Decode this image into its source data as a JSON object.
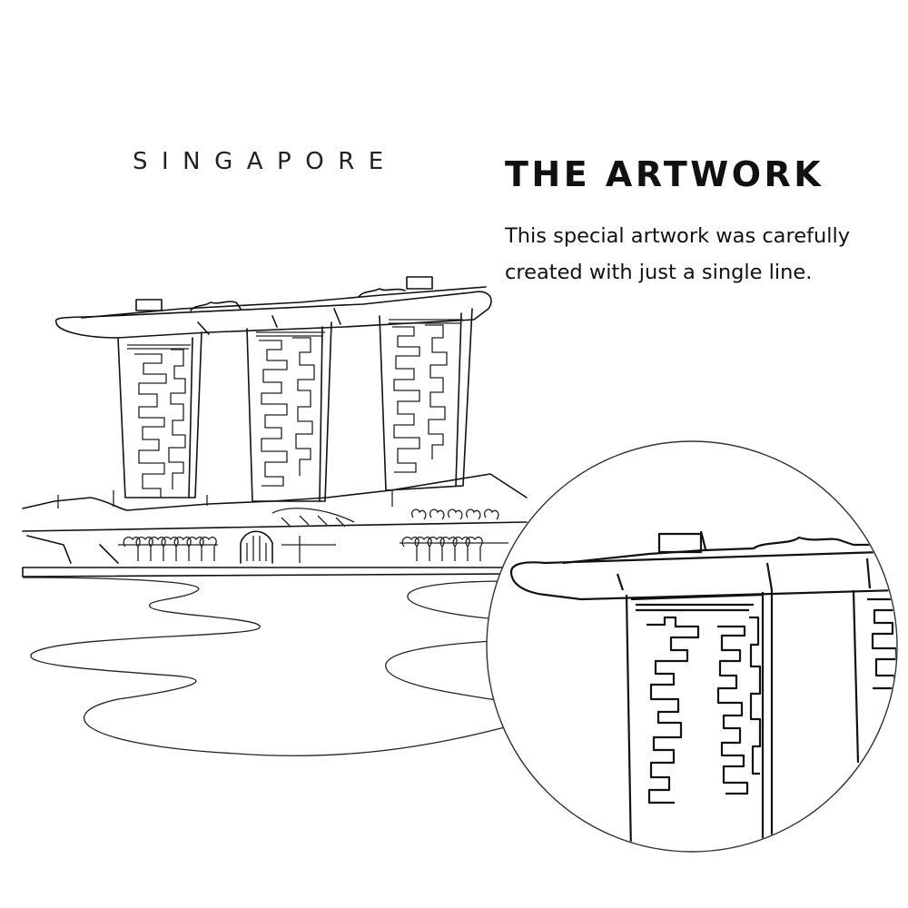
{
  "city_label": "SINGAPORE",
  "heading": "THE ARTWORK",
  "description": {
    "line1": "This special artwork was carefully",
    "line2": "created with just a single line."
  },
  "illustration": {
    "subject": "Marina Bay Sands skyline single-line drawing",
    "detail_view": "circular zoom on left tower and SkyPark"
  },
  "colors": {
    "background": "#ffffff",
    "line": "#111111",
    "text": "#111111"
  }
}
